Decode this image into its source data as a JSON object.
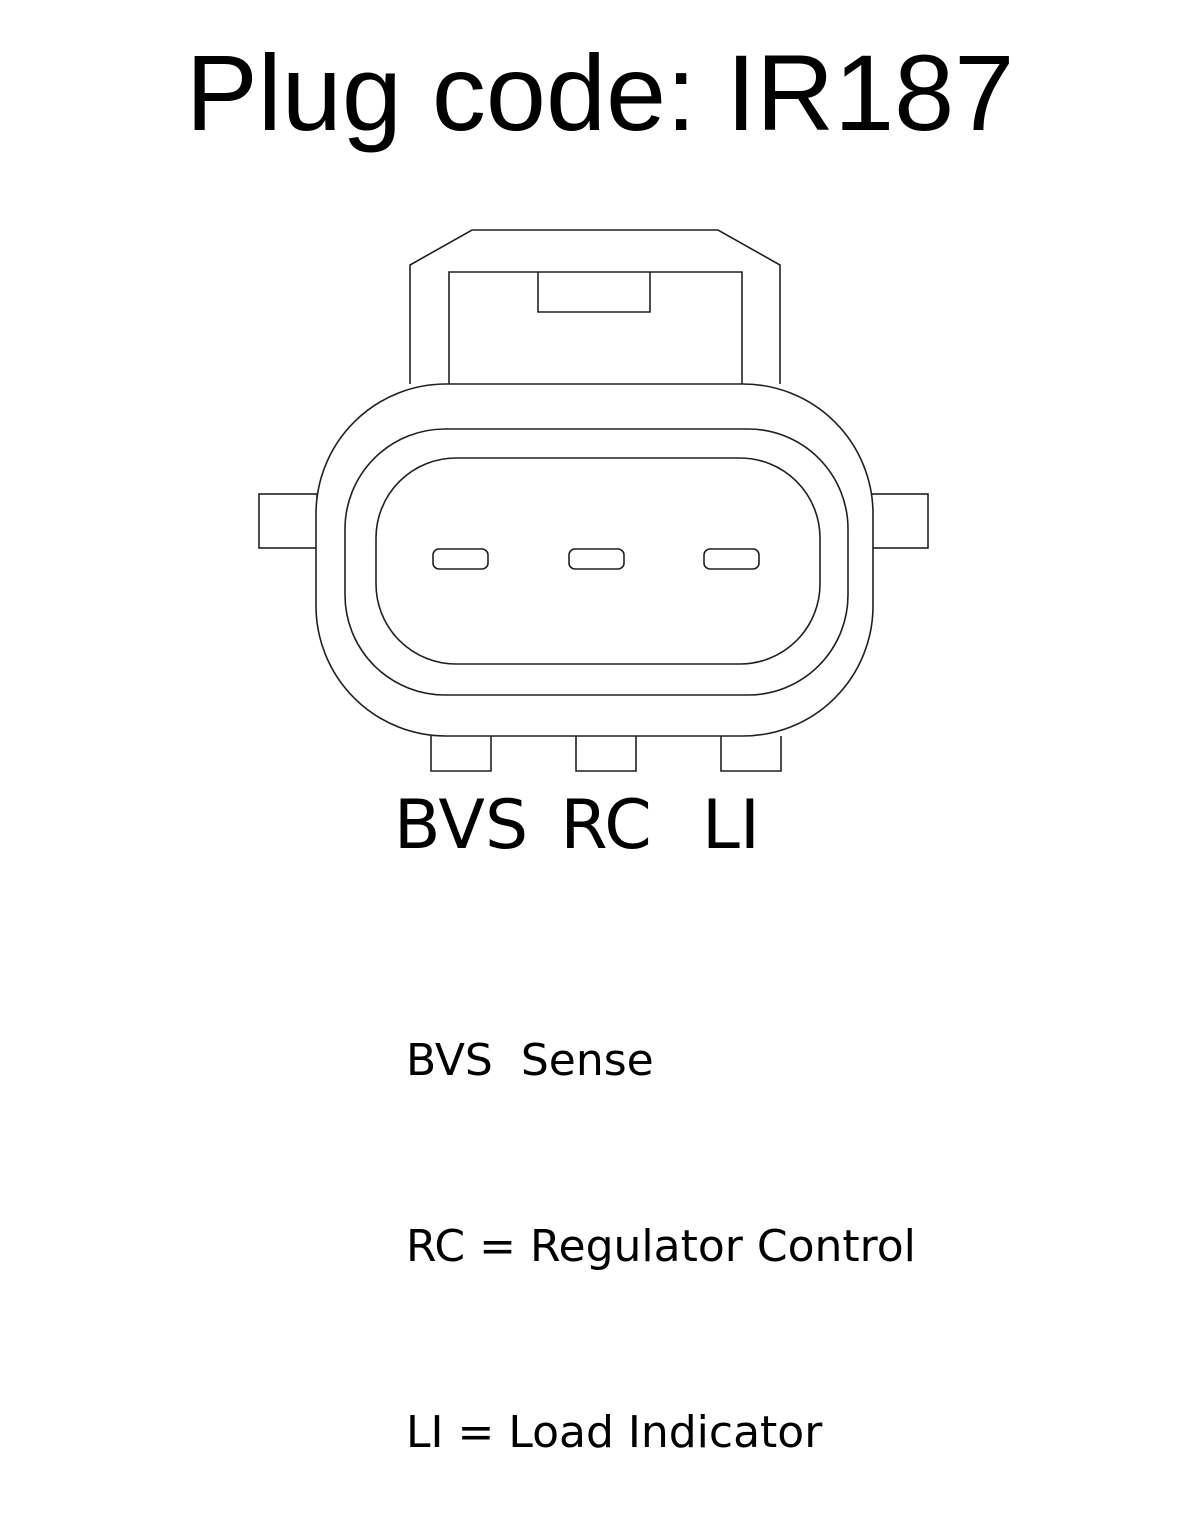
{
  "title": "Plug code: IR187",
  "pins": [
    {
      "label": "BVS"
    },
    {
      "label": "RC"
    },
    {
      "label": "LI"
    }
  ],
  "legend": [
    "BVS  Sense",
    "RC = Regulator Control",
    "LI = Load Indicator"
  ],
  "colors": {
    "stroke": "#231f20",
    "text": "#000000",
    "background": "#ffffff"
  }
}
